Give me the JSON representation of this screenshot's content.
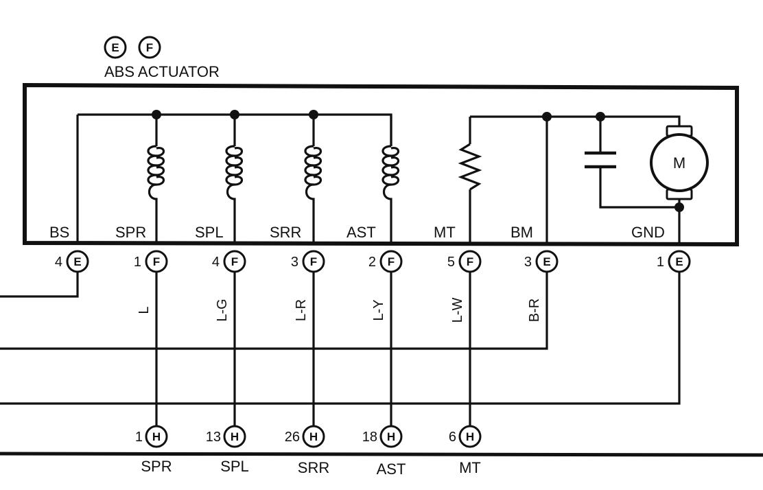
{
  "header": {
    "connector_e": "E",
    "connector_f": "F",
    "component_title": "ABS ACTUATOR"
  },
  "actuator_terminals": [
    {
      "label": "BS",
      "pin": "4",
      "connector": "E",
      "wire_color": ""
    },
    {
      "label": "SPR",
      "pin": "1",
      "connector": "F",
      "wire_color": "L"
    },
    {
      "label": "SPL",
      "pin": "4",
      "connector": "F",
      "wire_color": "L-G"
    },
    {
      "label": "SRR",
      "pin": "3",
      "connector": "F",
      "wire_color": "L-R"
    },
    {
      "label": "AST",
      "pin": "2",
      "connector": "F",
      "wire_color": "L-Y"
    },
    {
      "label": "MT",
      "pin": "5",
      "connector": "F",
      "wire_color": "L-W"
    },
    {
      "label": "BM",
      "pin": "3",
      "connector": "E",
      "wire_color": "B-R"
    },
    {
      "label": "GND",
      "pin": "1",
      "connector": "E",
      "wire_color": ""
    }
  ],
  "motor_label": "M",
  "lower_connectors": [
    {
      "pin": "1",
      "connector": "H",
      "label": "SPR"
    },
    {
      "pin": "13",
      "connector": "H",
      "label": "SPL"
    },
    {
      "pin": "26",
      "connector": "H",
      "label": "SRR"
    },
    {
      "pin": "18",
      "connector": "H",
      "label": "AST"
    },
    {
      "pin": "6",
      "connector": "H",
      "label": "MT"
    }
  ]
}
